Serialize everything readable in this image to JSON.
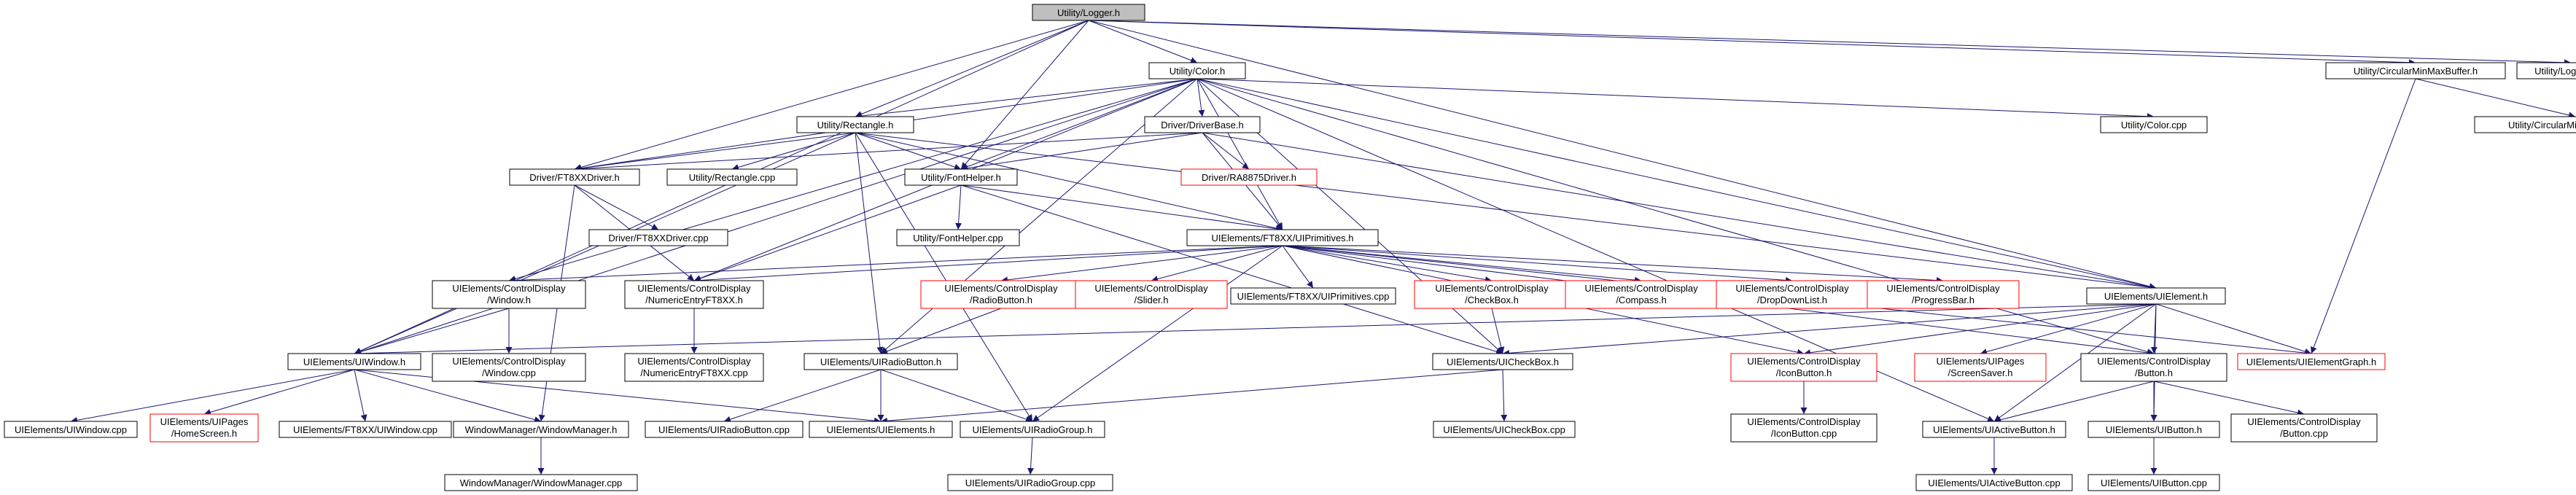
{
  "graph": {
    "colors": {
      "edge": "#191970",
      "edge_missing": "#ff0000",
      "border": "#000000",
      "border_missing": "#ff0000",
      "root_fill": "#bfbfbf",
      "fill": "#ffffff"
    },
    "nodes": [
      {
        "id": "logger_h",
        "lines": [
          "Utility/Logger.h"
        ],
        "root": true
      },
      {
        "id": "color_h",
        "lines": [
          "Utility/Color.h"
        ]
      },
      {
        "id": "cmm_h",
        "lines": [
          "Utility/CircularMinMaxBuffer.h"
        ]
      },
      {
        "id": "logger_cpp",
        "lines": [
          "Utility/Logger.cpp"
        ]
      },
      {
        "id": "rect_h",
        "lines": [
          "Utility/Rectangle.h"
        ]
      },
      {
        "id": "driverbase_h",
        "lines": [
          "Driver/DriverBase.h"
        ]
      },
      {
        "id": "color_cpp",
        "lines": [
          "Utility/Color.cpp"
        ]
      },
      {
        "id": "cmm_cpp",
        "lines": [
          "Utility/CircularMinMaxBuffer.cpp"
        ]
      },
      {
        "id": "ft8xx_h",
        "lines": [
          "Driver/FT8XXDriver.h"
        ]
      },
      {
        "id": "rect_cpp",
        "lines": [
          "Utility/Rectangle.cpp"
        ]
      },
      {
        "id": "fonthelper_h",
        "lines": [
          "Utility/FontHelper.h"
        ]
      },
      {
        "id": "ra8875_h",
        "lines": [
          "Driver/RA8875Driver.h"
        ],
        "missing": true
      },
      {
        "id": "ft8xx_cpp",
        "lines": [
          "Driver/FT8XXDriver.cpp"
        ]
      },
      {
        "id": "fonthelper_cpp",
        "lines": [
          "Utility/FontHelper.cpp"
        ]
      },
      {
        "id": "uiprim_h",
        "lines": [
          "UIElements/FT8XX/UIPrimitives.h"
        ]
      },
      {
        "id": "cd_window_h",
        "lines": [
          "UIElements/ControlDisplay",
          "/Window.h"
        ]
      },
      {
        "id": "cd_numeric_h",
        "lines": [
          "UIElements/ControlDisplay",
          "/NumericEntryFT8XX.h"
        ]
      },
      {
        "id": "cd_radio_h",
        "lines": [
          "UIElements/ControlDisplay",
          "/RadioButton.h"
        ],
        "missing": true
      },
      {
        "id": "cd_slider_h",
        "lines": [
          "UIElements/ControlDisplay",
          "/Slider.h"
        ],
        "missing": true
      },
      {
        "id": "uiprim_cpp",
        "lines": [
          "UIElements/FT8XX/UIPrimitives.cpp"
        ]
      },
      {
        "id": "cd_checkbox_h",
        "lines": [
          "UIElements/ControlDisplay",
          "/CheckBox.h"
        ],
        "missing": true
      },
      {
        "id": "cd_compass_h",
        "lines": [
          "UIElements/ControlDisplay",
          "/Compass.h"
        ],
        "missing": true
      },
      {
        "id": "cd_dropdown_h",
        "lines": [
          "UIElements/ControlDisplay",
          "/DropDownList.h"
        ],
        "missing": true
      },
      {
        "id": "cd_progress_h",
        "lines": [
          "UIElements/ControlDisplay",
          "/ProgressBar.h"
        ],
        "missing": true
      },
      {
        "id": "uielement_h",
        "lines": [
          "UIElements/UIElement.h"
        ]
      },
      {
        "id": "uiwindow_h",
        "lines": [
          "UIElements/UIWindow.h"
        ]
      },
      {
        "id": "cd_window_cpp",
        "lines": [
          "UIElements/ControlDisplay",
          "/Window.cpp"
        ]
      },
      {
        "id": "cd_numeric_cpp",
        "lines": [
          "UIElements/ControlDisplay",
          "/NumericEntryFT8XX.cpp"
        ]
      },
      {
        "id": "uiradio_h",
        "lines": [
          "UIElements/UIRadioButton.h"
        ]
      },
      {
        "id": "uicheck_h",
        "lines": [
          "UIElements/UICheckBox.h"
        ]
      },
      {
        "id": "cd_iconbtn_h",
        "lines": [
          "UIElements/ControlDisplay",
          "/IconButton.h"
        ],
        "missing": true
      },
      {
        "id": "ui_screensaver_h",
        "lines": [
          "UIElements/UIPages",
          "/ScreenSaver.h"
        ],
        "missing": true
      },
      {
        "id": "cd_button_h",
        "lines": [
          "UIElements/ControlDisplay",
          "/Button.h"
        ]
      },
      {
        "id": "uigraph_h",
        "lines": [
          "UIElements/UIElementGraph.h"
        ],
        "missing": true
      },
      {
        "id": "uiwindow_cpp",
        "lines": [
          "UIElements/UIWindow.cpp"
        ]
      },
      {
        "id": "ui_homescreen_h",
        "lines": [
          "UIElements/UIPages",
          "/HomeScreen.h"
        ],
        "missing": true
      },
      {
        "id": "ft8xx_uiwindow_cpp",
        "lines": [
          "UIElements/FT8XX/UIWindow.cpp"
        ]
      },
      {
        "id": "wm_h",
        "lines": [
          "WindowManager/WindowManager.h"
        ]
      },
      {
        "id": "uielements_h",
        "lines": [
          "UIElements/UIElements.h"
        ]
      },
      {
        "id": "uiradio_cpp",
        "lines": [
          "UIElements/UIRadioButton.cpp"
        ]
      },
      {
        "id": "uiradiogroup_h",
        "lines": [
          "UIElements/UIRadioGroup.h"
        ]
      },
      {
        "id": "uicheck_cpp",
        "lines": [
          "UIElements/UICheckBox.cpp"
        ]
      },
      {
        "id": "cd_iconbtn_cpp",
        "lines": [
          "UIElements/ControlDisplay",
          "/IconButton.cpp"
        ]
      },
      {
        "id": "uiactive_h",
        "lines": [
          "UIElements/UIActiveButton.h"
        ]
      },
      {
        "id": "uibutton_h",
        "lines": [
          "UIElements/UIButton.h"
        ]
      },
      {
        "id": "cd_button_cpp",
        "lines": [
          "UIElements/ControlDisplay",
          "/Button.cpp"
        ]
      },
      {
        "id": "wm_cpp",
        "lines": [
          "WindowManager/WindowManager.cpp"
        ]
      },
      {
        "id": "uiradiogroup_cpp",
        "lines": [
          "UIElements/UIRadioGroup.cpp"
        ]
      },
      {
        "id": "uiactive_cpp",
        "lines": [
          "UIElements/UIActiveButton.cpp"
        ]
      },
      {
        "id": "uibutton_cpp",
        "lines": [
          "UIElements/UIButton.cpp"
        ]
      }
    ],
    "edges": [
      [
        "logger_h",
        "color_h"
      ],
      [
        "logger_h",
        "cmm_h"
      ],
      [
        "logger_h",
        "logger_cpp"
      ],
      [
        "logger_h",
        "rect_h"
      ],
      [
        "logger_h",
        "fonthelper_h"
      ],
      [
        "logger_h",
        "ft8xx_h"
      ],
      [
        "logger_h",
        "uiwindow_h"
      ],
      [
        "logger_h",
        "uielement_h"
      ],
      [
        "color_h",
        "rect_h"
      ],
      [
        "color_h",
        "driverbase_h"
      ],
      [
        "color_h",
        "color_cpp"
      ],
      [
        "color_h",
        "ft8xx_h"
      ],
      [
        "color_h",
        "fonthelper_h"
      ],
      [
        "color_h",
        "uiprim_h"
      ],
      [
        "color_h",
        "cd_window_h"
      ],
      [
        "color_h",
        "cd_numeric_h"
      ],
      [
        "color_h",
        "uiradio_h"
      ],
      [
        "color_h",
        "uicheck_h"
      ],
      [
        "color_h",
        "uielement_h"
      ],
      [
        "color_h",
        "cd_button_h"
      ],
      [
        "color_h",
        "uiactive_h"
      ],
      [
        "color_h",
        "uiwindow_h"
      ],
      [
        "cmm_h",
        "cmm_cpp"
      ],
      [
        "cmm_h",
        "uigraph_h"
      ],
      [
        "rect_h",
        "rect_cpp"
      ],
      [
        "rect_h",
        "ft8xx_h"
      ],
      [
        "rect_h",
        "fonthelper_h"
      ],
      [
        "rect_h",
        "uiprim_h"
      ],
      [
        "rect_h",
        "uiradio_h"
      ],
      [
        "rect_h",
        "uiradiogroup_h"
      ],
      [
        "rect_h",
        "uiwindow_h"
      ],
      [
        "rect_h",
        "uielement_h"
      ],
      [
        "driverbase_h",
        "ft8xx_h"
      ],
      [
        "driverbase_h",
        "ra8875_h"
      ],
      [
        "driverbase_h",
        "fonthelper_h"
      ],
      [
        "driverbase_h",
        "uiprim_h"
      ],
      [
        "driverbase_h",
        "uielement_h"
      ],
      [
        "ft8xx_h",
        "ft8xx_cpp"
      ],
      [
        "ft8xx_h",
        "cd_numeric_h"
      ],
      [
        "ft8xx_h",
        "wm_h"
      ],
      [
        "fonthelper_h",
        "fonthelper_cpp"
      ],
      [
        "fonthelper_h",
        "uiprim_h"
      ],
      [
        "fonthelper_h",
        "cd_numeric_h"
      ],
      [
        "fonthelper_h",
        "uicheck_h"
      ],
      [
        "uiprim_h",
        "cd_window_h"
      ],
      [
        "uiprim_h",
        "cd_numeric_h"
      ],
      [
        "uiprim_h",
        "cd_radio_h"
      ],
      [
        "uiprim_h",
        "cd_slider_h"
      ],
      [
        "uiprim_h",
        "uiprim_cpp"
      ],
      [
        "uiprim_h",
        "cd_checkbox_h"
      ],
      [
        "uiprim_h",
        "cd_compass_h"
      ],
      [
        "uiprim_h",
        "cd_dropdown_h"
      ],
      [
        "uiprim_h",
        "cd_progress_h"
      ],
      [
        "uiprim_h",
        "cd_iconbtn_h"
      ],
      [
        "uiprim_h",
        "cd_button_h"
      ],
      [
        "uiprim_h",
        "uigraph_h"
      ],
      [
        "uiprim_h",
        "uiradiogroup_h"
      ],
      [
        "cd_window_h",
        "uiwindow_h"
      ],
      [
        "cd_window_h",
        "cd_window_cpp"
      ],
      [
        "cd_numeric_h",
        "cd_numeric_cpp"
      ],
      [
        "cd_radio_h",
        "uiradio_h"
      ],
      [
        "cd_checkbox_h",
        "uicheck_h"
      ],
      [
        "uielement_h",
        "uiwindow_h"
      ],
      [
        "uielement_h",
        "uicheck_h"
      ],
      [
        "uielement_h",
        "cd_iconbtn_h"
      ],
      [
        "uielement_h",
        "ui_screensaver_h"
      ],
      [
        "uielement_h",
        "cd_button_h"
      ],
      [
        "uielement_h",
        "uigraph_h"
      ],
      [
        "uielement_h",
        "uiactive_h"
      ],
      [
        "uielement_h",
        "uibutton_h"
      ],
      [
        "uiwindow_h",
        "uiwindow_cpp"
      ],
      [
        "uiwindow_h",
        "ui_homescreen_h"
      ],
      [
        "uiwindow_h",
        "ft8xx_uiwindow_cpp"
      ],
      [
        "uiwindow_h",
        "wm_h"
      ],
      [
        "uiwindow_h",
        "uielements_h"
      ],
      [
        "uiradio_h",
        "uiradio_cpp"
      ],
      [
        "uiradio_h",
        "uielements_h"
      ],
      [
        "uiradio_h",
        "uiradiogroup_h"
      ],
      [
        "uicheck_h",
        "uicheck_cpp"
      ],
      [
        "uicheck_h",
        "uielements_h"
      ],
      [
        "cd_iconbtn_h",
        "cd_iconbtn_cpp"
      ],
      [
        "cd_button_h",
        "uiactive_h"
      ],
      [
        "cd_button_h",
        "uibutton_h"
      ],
      [
        "cd_button_h",
        "cd_button_cpp"
      ],
      [
        "wm_h",
        "wm_cpp"
      ],
      [
        "uiradiogroup_h",
        "uiradiogroup_cpp"
      ],
      [
        "uiactive_h",
        "uiactive_cpp"
      ],
      [
        "uibutton_h",
        "uibutton_cpp"
      ]
    ]
  }
}
